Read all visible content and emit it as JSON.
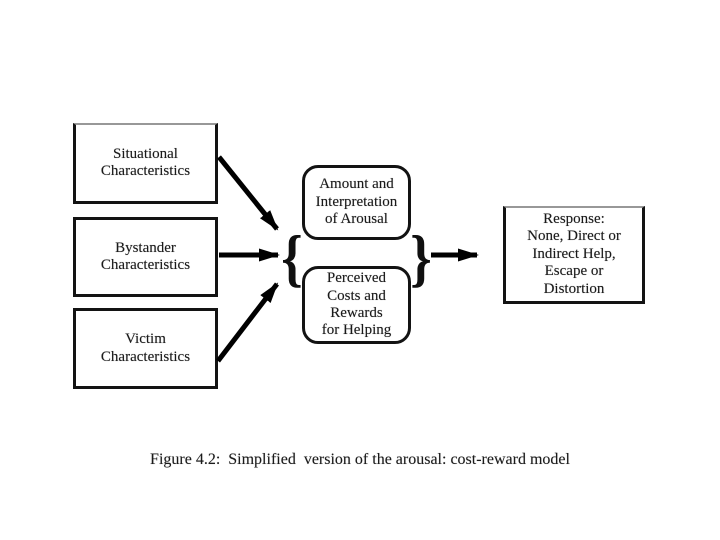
{
  "figure": {
    "caption": "Figure 4.2:  Simplified  version of the arousal: cost-reward model"
  },
  "boxes": {
    "situational": "Situational\nCharacteristics",
    "bystander": "Bystander\nCharacteristics",
    "victim": "Victim\nCharacteristics",
    "arousal": "Amount and\nInterpretation\nof Arousal",
    "costs": "Perceived\nCosts and\nRewards\nfor Helping",
    "response": "Response:\nNone, Direct or\nIndirect Help,\nEscape or\nDistortion"
  },
  "braces": {
    "left": "{",
    "right": "}"
  },
  "colors": {
    "background": "#ffffff",
    "line": "#000000",
    "text": "#1a1a1a"
  }
}
